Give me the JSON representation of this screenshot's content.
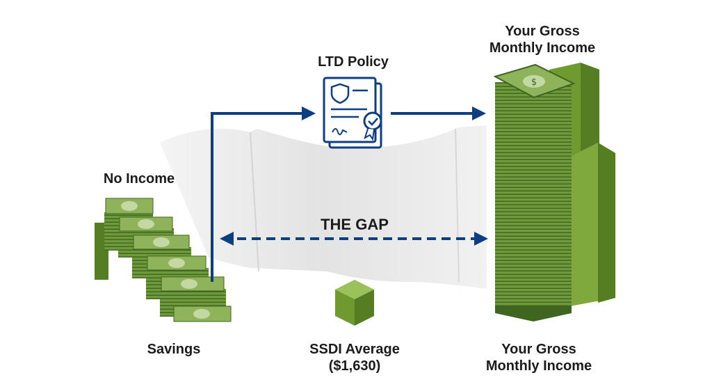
{
  "labels": {
    "ltd_policy": "LTD Policy",
    "top_income_line1": "Your Gross",
    "top_income_line2": "Monthly Income",
    "no_income": "No Income",
    "the_gap": "THE GAP",
    "savings": "Savings",
    "ssdi_line1": "SSDI Average",
    "ssdi_line2": "($1,630)",
    "bottom_income_line1": "Your Gross",
    "bottom_income_line2": "Monthly Income"
  },
  "colors": {
    "arrow": "#0d3f80",
    "money_green": "#6f9a3e",
    "money_dark": "#3f6a22",
    "money_light": "#a9c77a",
    "block_green": "#7fa83d",
    "block_dark": "#557d22",
    "gap_fill": "#e9e9e9"
  },
  "icons": {
    "policy": "policy-document-icon"
  }
}
